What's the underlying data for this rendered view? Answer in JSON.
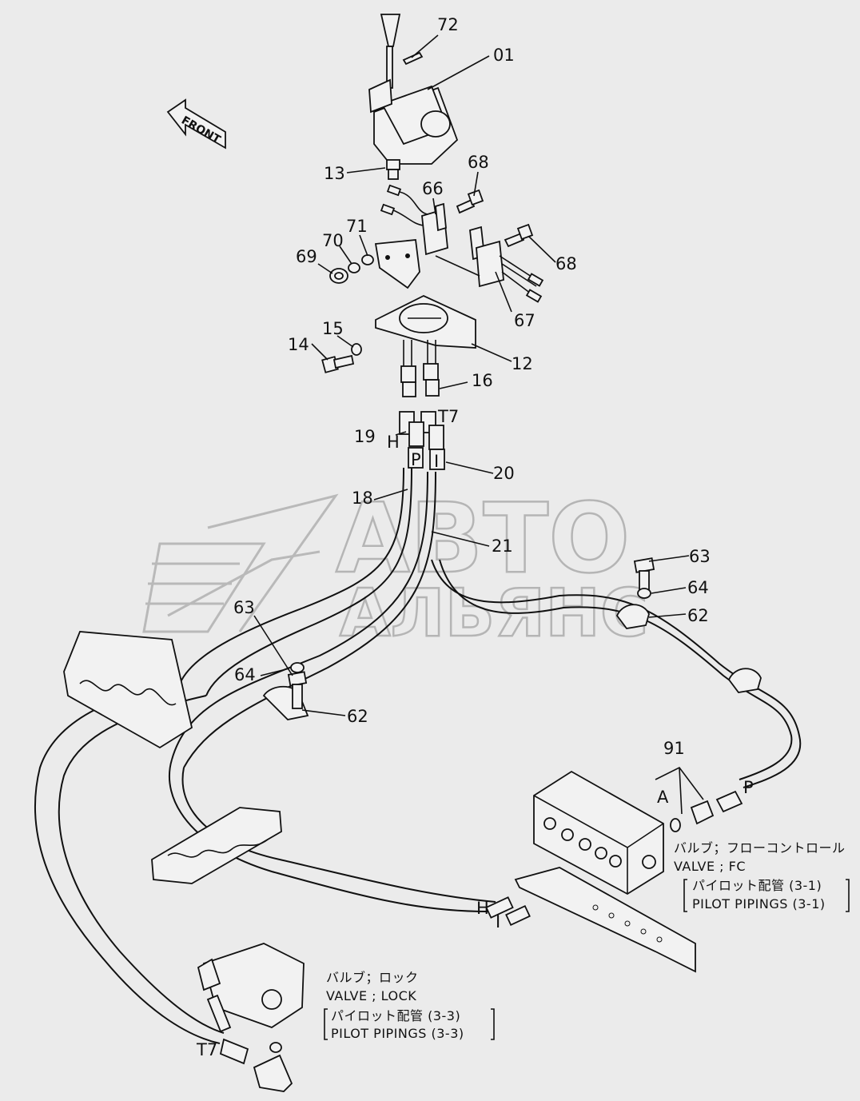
{
  "labels": {
    "p72": "72",
    "p01": "01",
    "p13": "13",
    "p68a": "68",
    "p66": "66",
    "p71": "71",
    "p70": "70",
    "p69": "69",
    "p68b": "68",
    "p67": "67",
    "p15": "15",
    "p14": "14",
    "p12": "12",
    "p16": "16",
    "p19": "19",
    "p20": "20",
    "p18": "18",
    "p21": "21",
    "p63a": "63",
    "p64a": "64",
    "p62a": "62",
    "p63b": "63",
    "p64b": "64",
    "p62b": "62",
    "p91": "91"
  },
  "port_marks": {
    "t7_top": "T7",
    "h_top": "H",
    "p_top": "P",
    "i_top": "I",
    "a": "A",
    "p_right": "P",
    "h_bottom": "H",
    "i_bottom": "I",
    "t7_bottom": "T7"
  },
  "front_arrow": "FRONT",
  "notes": {
    "fc_jp": "バルブ；フローコントロール",
    "fc_en": "VALVE ; FC",
    "fc_ref_jp": "パイロット配管 (3-1)",
    "fc_ref_en": "PILOT PIPINGS (3-1)",
    "lock_jp": "バルブ；ロック",
    "lock_en": "VALVE ; LOCK",
    "lock_ref_jp": "パイロット配管 (3-3)",
    "lock_ref_en": "PILOT PIPINGS (3-3)"
  },
  "watermark": {
    "line1": "АВТО",
    "line2": "АЛЬЯНС"
  },
  "colors": {
    "background": "#ebebeb",
    "ink": "#111111",
    "watermark": "#b5b5b5"
  }
}
